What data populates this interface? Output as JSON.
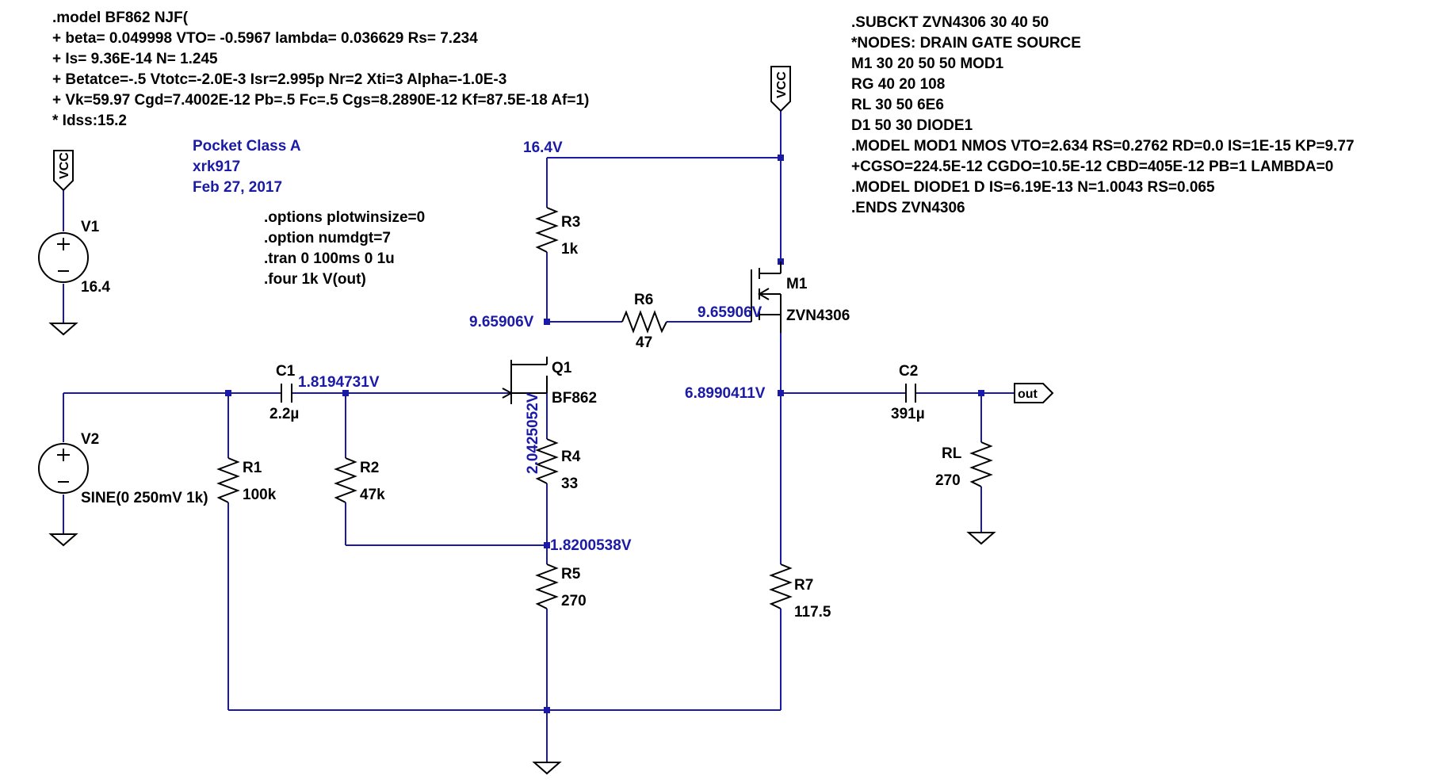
{
  "bf862_model": [
    ".model BF862 NJF(",
    "+ beta= 0.049998 VTO= -0.5967 lambda= 0.036629 Rs= 7.234",
    "+ Is= 9.36E-14 N= 1.245",
    "+ Betatce=-.5 Vtotc=-2.0E-3 Isr=2.995p Nr=2 Xti=3 Alpha=-1.0E-3",
    "+ Vk=59.97 Cgd=7.4002E-12 Pb=.5 Fc=.5 Cgs=8.2890E-12 Kf=87.5E-18 Af=1)",
    "* Idss:15.2"
  ],
  "subckt": [
    ".SUBCKT ZVN4306 30 40 50",
    "*NODES: DRAIN GATE SOURCE",
    "M1 30 20 50 50 MOD1",
    "RG 40 20 108",
    "RL 30 50 6E6",
    "D1 50 30 DIODE1",
    ".MODEL MOD1 NMOS VTO=2.634 RS=0.2762 RD=0.0 IS=1E-15 KP=9.77",
    "+CGSO=224.5E-12 CGDO=10.5E-12 CBD=405E-12 PB=1 LAMBDA=0",
    ".MODEL DIODE1 D IS=6.19E-13 N=1.0043 RS=0.065",
    ".ENDS ZVN4306"
  ],
  "notes": [
    "Pocket Class A",
    "xrk917",
    "Feb 27, 2017"
  ],
  "directives": [
    ".options plotwinsize=0",
    ".option numdgt=7",
    ".tran 0 100ms 0 1u",
    ".four 1k V(out)"
  ],
  "flags": {
    "vcc": "VCC",
    "out": "out"
  },
  "components": {
    "V1": {
      "name": "V1",
      "value": "16.4"
    },
    "V2": {
      "name": "V2",
      "value": "SINE(0 250mV 1k)"
    },
    "R1": {
      "name": "R1",
      "value": "100k"
    },
    "R2": {
      "name": "R2",
      "value": "47k"
    },
    "R3": {
      "name": "R3",
      "value": "1k"
    },
    "R4": {
      "name": "R4",
      "value": "33"
    },
    "R5": {
      "name": "R5",
      "value": "270"
    },
    "R6": {
      "name": "R6",
      "value": "47"
    },
    "R7": {
      "name": "R7",
      "value": "117.5"
    },
    "RL": {
      "name": "RL",
      "value": "270"
    },
    "C1": {
      "name": "C1",
      "value": "2.2µ"
    },
    "C2": {
      "name": "C2",
      "value": "391µ"
    },
    "Q1": {
      "name": "Q1",
      "value": "BF862"
    },
    "M1": {
      "name": "M1",
      "value": "ZVN4306"
    }
  },
  "voltages": {
    "supply": "16.4V",
    "q1_drain": "9.65906V",
    "m1_gate": "9.65906V",
    "q1_gate": "1.8194731V",
    "q1_source": "2.0425052V",
    "r4_bottom": "1.8200538V",
    "output_node": "6.8990411V"
  },
  "colors": {
    "wire": "#1a1aa6",
    "component": "#000000",
    "annotation": "#1a1aa6"
  }
}
